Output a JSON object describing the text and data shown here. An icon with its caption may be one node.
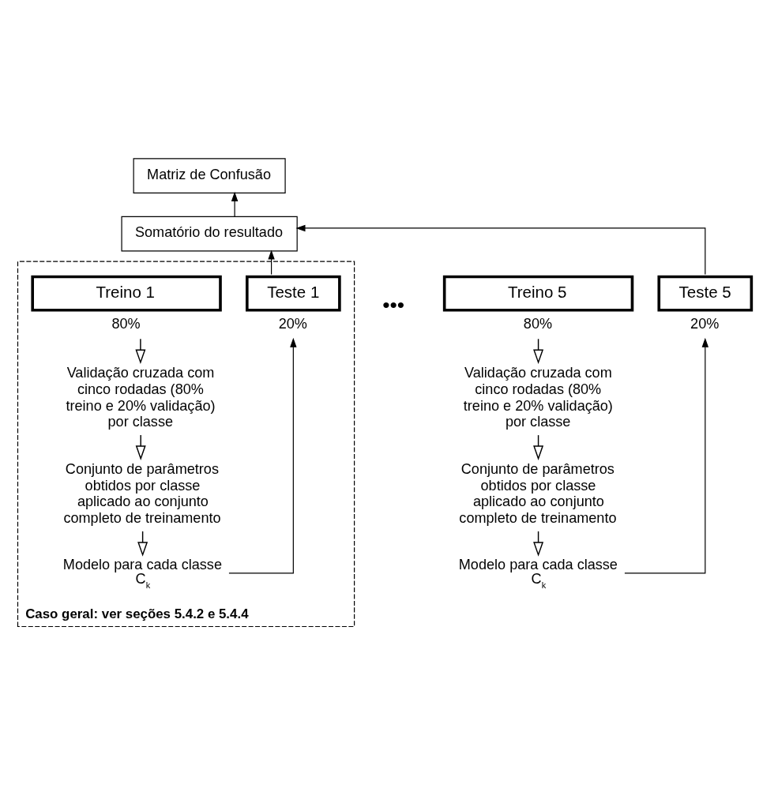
{
  "diagram": {
    "nodes": [
      {
        "text": [
          "Matriz de Confusão"
        ]
      },
      {
        "text": [
          "Somatório do resultado"
        ]
      },
      {
        "text": [
          "Caso geral: ver seções 5.4.2 e 5.4.4"
        ]
      },
      {
        "text": [
          "Treino 1"
        ],
        "in": 2,
        "beside": [
          "80%"
        ]
      },
      {
        "text": [
          "Teste 1"
        ],
        "in": 2,
        "beside": [
          "20%"
        ]
      },
      {
        "text": [
          "Validação cruzada com cinco rodadas (80% treino e 20% validação) por classe"
        ],
        "in": 2
      },
      {
        "text": [
          "Conjunto de parâmetros obtidos por classe aplicado ao conjunto completo de treinamento"
        ],
        "in": 2
      },
      {
        "text": [
          "Modelo para cada classe C$_{k}$"
        ],
        "in": 2
      },
      {
        "text": [
          "Treino 5"
        ],
        "beside": [
          "80%"
        ]
      },
      {
        "text": [
          "Teste 5"
        ],
        "beside": [
          "20%"
        ]
      },
      {
        "text": [
          "Validação cruzada com cinco rodadas (80% treino e 20% validação) por classe"
        ]
      },
      {
        "text": [
          "Conjunto de parâmetros obtidos por classe aplicado ao conjunto completo de treinamento"
        ]
      },
      {
        "text": [
          "Modelo para cada classe C$_{k}$"
        ]
      }
    ],
    "edges": [
      {
        "from": 1,
        "to": 0,
        "arrow": "to"
      },
      {
        "from": 4,
        "to": 1,
        "arrow": "to"
      },
      {
        "from": 9,
        "to": 1,
        "arrow": "to"
      },
      {
        "from": 3,
        "to": 5,
        "arrow": "to"
      },
      {
        "from": 5,
        "to": 6,
        "arrow": "to"
      },
      {
        "from": 6,
        "to": 7,
        "arrow": "to"
      },
      {
        "from": 7,
        "to": 4,
        "arrow": "to"
      },
      {
        "from": 8,
        "to": 10,
        "arrow": "to"
      },
      {
        "from": 10,
        "to": 11,
        "arrow": "to"
      },
      {
        "from": 11,
        "to": 12,
        "arrow": "to"
      },
      {
        "from": 12,
        "to": 9,
        "arrow": "to"
      }
    ],
    "labels": [
      "•••"
    ]
  }
}
